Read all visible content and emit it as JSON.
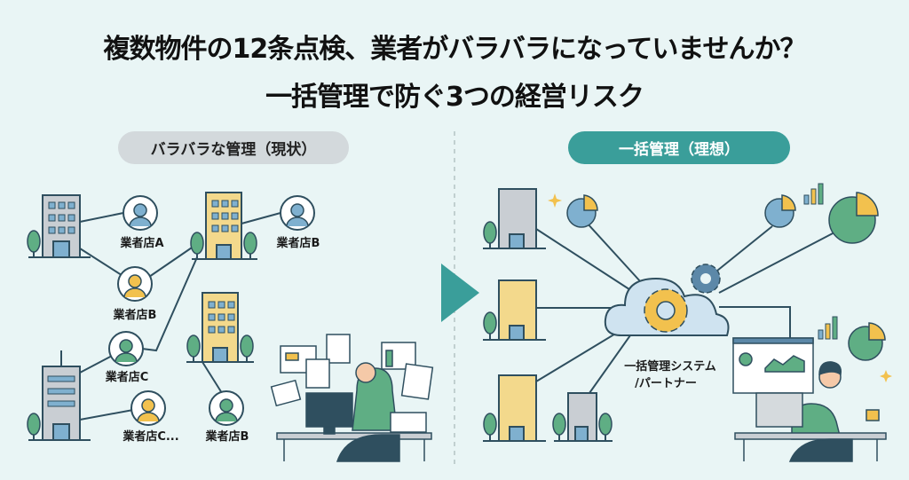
{
  "header": {
    "title_line1": "複数物件の12条点検、業者がバラバラになっていませんか？",
    "title_line2": "一括管理で防ぐ3つの経営リスク"
  },
  "left_panel": {
    "label": "バラバラな管理（現状）",
    "vendors": [
      "業者店A",
      "業者店B",
      "業者店B",
      "業者店C",
      "業者店C...",
      "業者店B"
    ]
  },
  "right_panel": {
    "label": "一括管理（理想）",
    "hub_label_line1": "一括管理システム",
    "hub_label_line2": "/パートナー"
  },
  "colors": {
    "background": "#e9f5f5",
    "teal": "#3a9e9a",
    "pill_grey": "#d3d9dc",
    "yellow": "#f2c14e",
    "green": "#5fae84",
    "blue": "#7fb0cf"
  }
}
